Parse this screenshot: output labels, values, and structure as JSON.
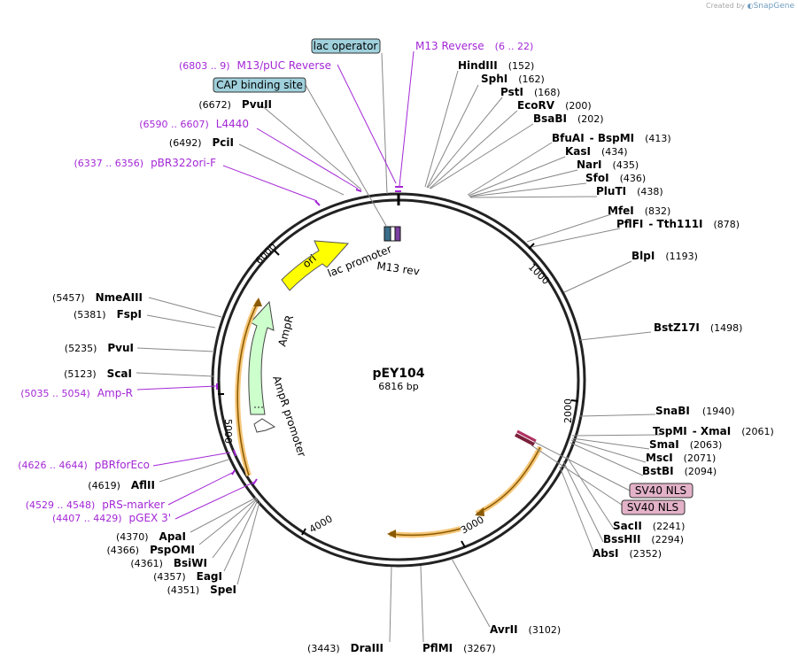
{
  "credit": {
    "prefix": "Created by",
    "brand": "SnapGene"
  },
  "plasmid": {
    "name": "pEY104",
    "size_label": "6816 bp",
    "length": 6816
  },
  "tick_labels": [
    "1000",
    "2000",
    "3000",
    "4000",
    "5000",
    "6000"
  ],
  "enzymes_right": [
    {
      "name": "HindIII",
      "pos": "(152)"
    },
    {
      "name": "SphI",
      "pos": "(162)"
    },
    {
      "name": "PstI",
      "pos": "(168)"
    },
    {
      "name": "EcoRV",
      "pos": "(200)"
    },
    {
      "name": "BsaBI",
      "pos": "(202)"
    },
    {
      "name": "BfuAI",
      "name2": "BspMI",
      "pos": "(413)"
    },
    {
      "name": "KasI",
      "pos": "(434)"
    },
    {
      "name": "NarI",
      "pos": "(435)"
    },
    {
      "name": "SfoI",
      "pos": "(436)"
    },
    {
      "name": "PluTI",
      "pos": "(438)"
    },
    {
      "name": "MfeI",
      "pos": "(832)"
    },
    {
      "name": "PflFI",
      "name2": "Tth111I",
      "pos": "(878)"
    },
    {
      "name": "BlpI",
      "pos": "(1193)"
    },
    {
      "name": "BstZ17I",
      "pos": "(1498)"
    },
    {
      "name": "SnaBI",
      "pos": "(1940)"
    },
    {
      "name": "TspMI",
      "name2": "XmaI",
      "pos": "(2061)"
    },
    {
      "name": "SmaI",
      "pos": "(2063)"
    },
    {
      "name": "MscI",
      "pos": "(2071)"
    },
    {
      "name": "BstBI",
      "pos": "(2094)"
    },
    {
      "name": "SacII",
      "pos": "(2241)"
    },
    {
      "name": "BssHII",
      "pos": "(2294)"
    },
    {
      "name": "AbsI",
      "pos": "(2352)"
    },
    {
      "name": "AvrII",
      "pos": "(3102)"
    },
    {
      "name": "PflMI",
      "pos": "(3267)"
    }
  ],
  "enzymes_left": [
    {
      "name": "DraIII",
      "pos": "(3443)"
    },
    {
      "name": "SpeI",
      "pos": "(4351)"
    },
    {
      "name": "EagI",
      "pos": "(4357)"
    },
    {
      "name": "BsiWI",
      "pos": "(4361)"
    },
    {
      "name": "PspOMI",
      "pos": "(4366)"
    },
    {
      "name": "ApaI",
      "pos": "(4370)"
    },
    {
      "name": "AflII",
      "pos": "(4619)"
    },
    {
      "name": "ScaI",
      "pos": "(5123)"
    },
    {
      "name": "PvuI",
      "pos": "(5235)"
    },
    {
      "name": "FspI",
      "pos": "(5381)"
    },
    {
      "name": "NmeAIII",
      "pos": "(5457)"
    },
    {
      "name": "PciI",
      "pos": "(6492)"
    },
    {
      "name": "PvuII",
      "pos": "(6672)"
    }
  ],
  "primers": [
    {
      "name": "M13 Reverse",
      "range": "(6 .. 22)"
    },
    {
      "name": "M13/pUC Reverse",
      "range": "(6803 .. 9)"
    },
    {
      "name": "L4440",
      "range": "(6590 .. 6607)"
    },
    {
      "name": "pBR322ori-F",
      "range": "(6337 .. 6356)"
    },
    {
      "name": "Amp-R",
      "range": "(5035 .. 5054)"
    },
    {
      "name": "pBRforEco",
      "range": "(4626 .. 4644)"
    },
    {
      "name": "pRS-marker",
      "range": "(4529 .. 4548)"
    },
    {
      "name": "pGEX 3'",
      "range": "(4407 .. 4429)"
    }
  ],
  "boxed_features": [
    {
      "name": "lac operator",
      "color": "#9fd0dc"
    },
    {
      "name": "CAP binding site",
      "color": "#9fd0dc"
    },
    {
      "name": "SV40 NLS",
      "color": "#e3b2c8"
    },
    {
      "name": "SV40 NLS",
      "color": "#e3b2c8"
    }
  ],
  "feature_labels": {
    "ori": "ori",
    "lac_promoter": "lac promoter",
    "m13_rev": "M13 rev",
    "ampr": "AmpR",
    "ampr_promoter": "AmpR promoter"
  },
  "colors": {
    "backbone": "#222222",
    "primer": "#a327d6",
    "ori": "#ffff00",
    "ampr": "#ccffcc",
    "orf_highlight": "#f6c77a",
    "orf_line": "#8a5a00",
    "leader": "#888888"
  }
}
